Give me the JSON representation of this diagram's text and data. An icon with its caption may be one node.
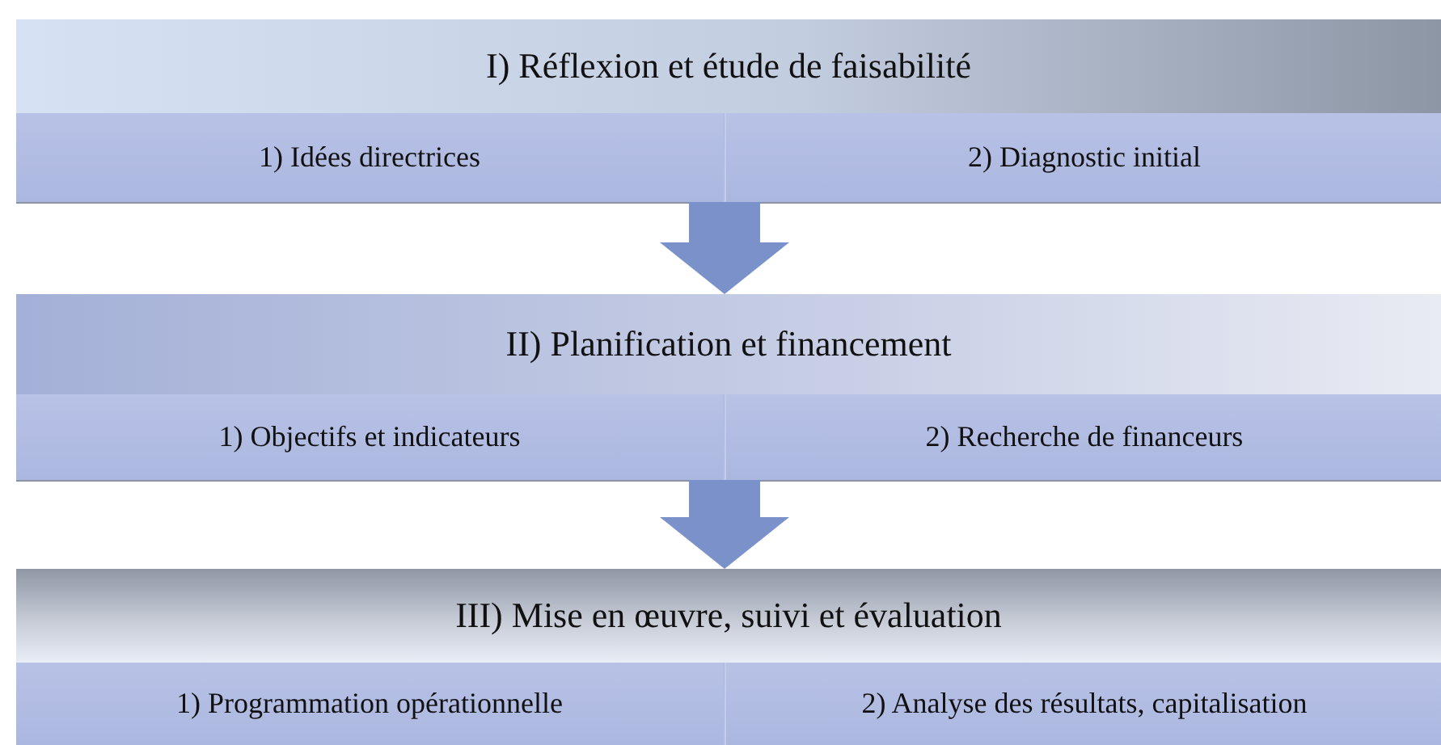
{
  "diagram": {
    "nodes": [
      {
        "text": [
          "I) Réflexion et étude de faisabilité"
        ]
      },
      {
        "text": [
          "1) Idées directrices"
        ],
        "in": 0
      },
      {
        "text": [
          "2) Diagnostic initial"
        ],
        "in": 0
      },
      {
        "text": [
          "II) Planification et financement"
        ]
      },
      {
        "text": [
          "1) Objectifs et indicateurs"
        ],
        "in": 3
      },
      {
        "text": [
          "2) Recherche de financeurs"
        ],
        "in": 3
      },
      {
        "text": [
          "III) Mise en œuvre, suivi et évaluation"
        ]
      },
      {
        "text": [
          "1) Programmation opérationnelle"
        ],
        "in": 6
      },
      {
        "text": [
          "2) Analyse des résultats, capitalisation"
        ],
        "in": 6
      }
    ],
    "edges": [
      {
        "from": 0,
        "to": 3,
        "arrow": "to"
      },
      {
        "from": 3,
        "to": 6,
        "arrow": "to"
      }
    ]
  }
}
